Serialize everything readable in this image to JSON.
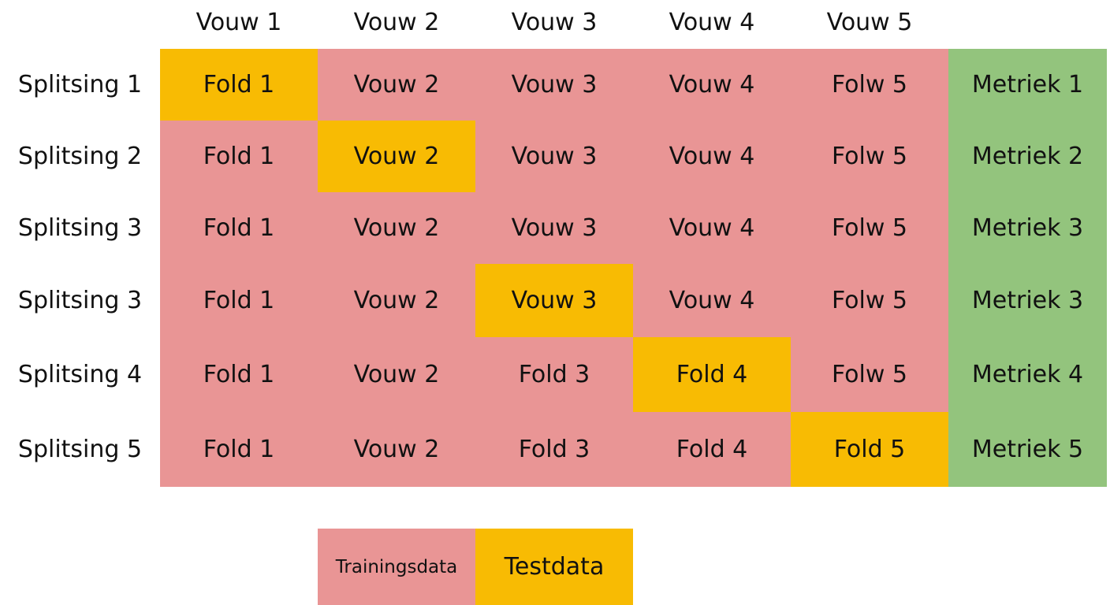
{
  "header": {
    "columns": [
      "Vouw 1",
      "Vouw 2",
      "Vouw 3",
      "Vouw 4",
      "Vouw 5"
    ]
  },
  "rows": [
    {
      "label": "Splitsing 1",
      "folds": [
        "Fold 1",
        "Vouw 2",
        "Vouw 3",
        "Vouw 4",
        "Folw 5"
      ],
      "test_index": 0,
      "metric": "Metriek 1"
    },
    {
      "label": "Splitsing 2",
      "folds": [
        "Fold 1",
        "Vouw 2",
        "Vouw 3",
        "Vouw 4",
        "Folw 5"
      ],
      "test_index": 1,
      "metric": "Metriek 2"
    },
    {
      "label": "Splitsing 3",
      "folds": [
        "Fold 1",
        "Vouw 2",
        "Vouw 3",
        "Vouw 4",
        "Folw 5"
      ],
      "test_index": -1,
      "metric": "Metriek 3"
    },
    {
      "label": "Splitsing 3",
      "folds": [
        "Fold 1",
        "Vouw 2",
        "Vouw 3",
        "Vouw 4",
        "Folw 5"
      ],
      "test_index": 2,
      "metric": "Metriek 3"
    },
    {
      "label": "Splitsing 4",
      "folds": [
        "Fold 1",
        "Vouw 2",
        "Fold 3",
        "Fold 4",
        "Folw 5"
      ],
      "test_index": 3,
      "metric": "Metriek 4"
    },
    {
      "label": "Splitsing 5",
      "folds": [
        "Fold 1",
        "Vouw 2",
        "Fold 3",
        "Fold 4",
        "Fold 5"
      ],
      "test_index": 4,
      "metric": "Metriek 5"
    }
  ],
  "legend": {
    "training": "Trainingsdata",
    "test": "Testdata"
  },
  "colors": {
    "training": "#e99595",
    "test": "#f8bb03",
    "metric": "#93c47d"
  }
}
